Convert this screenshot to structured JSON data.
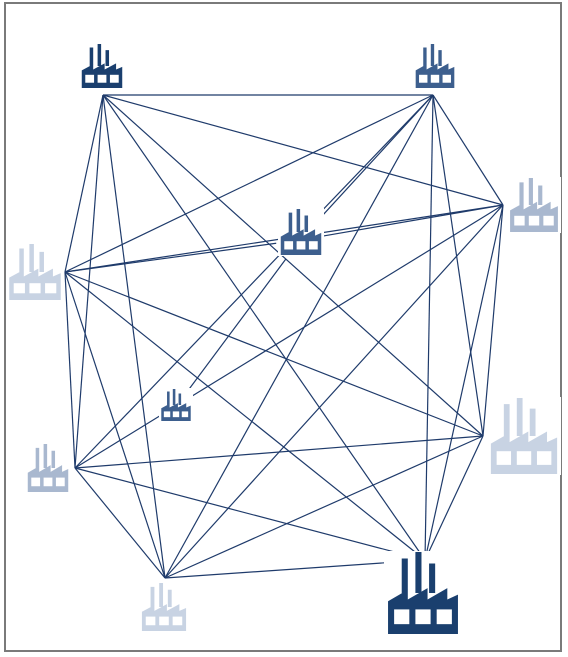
{
  "diagram": {
    "colors": {
      "line": "#1f3b6b",
      "frame": "#7a7a7a",
      "factory_dark": "#1a3f6e",
      "factory_mid": "#3d5f8e",
      "factory_light": "#a9b8cf",
      "factory_pale": "#c8d3e3"
    },
    "nodes": [
      {
        "id": "factory-top-left",
        "icon": "factory-icon",
        "shade": "dark"
      },
      {
        "id": "factory-top-right",
        "icon": "factory-icon",
        "shade": "mid"
      },
      {
        "id": "factory-right-upper",
        "icon": "factory-icon",
        "shade": "light"
      },
      {
        "id": "factory-center",
        "icon": "factory-icon",
        "shade": "mid"
      },
      {
        "id": "factory-left-upper",
        "icon": "factory-icon",
        "shade": "pale"
      },
      {
        "id": "factory-inner-small",
        "icon": "factory-icon",
        "shade": "mid"
      },
      {
        "id": "factory-left-lower",
        "icon": "factory-icon",
        "shade": "light"
      },
      {
        "id": "factory-right-lower",
        "icon": "factory-icon",
        "shade": "pale"
      },
      {
        "id": "factory-bottom-left",
        "icon": "factory-icon",
        "shade": "pale"
      },
      {
        "id": "factory-bottom-right",
        "icon": "factory-icon",
        "shade": "dark"
      }
    ],
    "edges": [
      [
        "factory-top-left",
        "factory-top-right"
      ],
      [
        "factory-top-left",
        "factory-right-upper"
      ],
      [
        "factory-top-left",
        "factory-left-upper"
      ],
      [
        "factory-top-left",
        "factory-left-lower"
      ],
      [
        "factory-top-left",
        "factory-right-lower"
      ],
      [
        "factory-top-left",
        "factory-bottom-left"
      ],
      [
        "factory-top-left",
        "factory-bottom-right"
      ],
      [
        "factory-top-right",
        "factory-right-upper"
      ],
      [
        "factory-top-right",
        "factory-left-upper"
      ],
      [
        "factory-top-right",
        "factory-left-lower"
      ],
      [
        "factory-top-right",
        "factory-right-lower"
      ],
      [
        "factory-top-right",
        "factory-bottom-left"
      ],
      [
        "factory-top-right",
        "factory-bottom-right"
      ],
      [
        "factory-top-right",
        "factory-center"
      ],
      [
        "factory-right-upper",
        "factory-left-upper"
      ],
      [
        "factory-right-upper",
        "factory-left-lower"
      ],
      [
        "factory-right-upper",
        "factory-right-lower"
      ],
      [
        "factory-right-upper",
        "factory-bottom-left"
      ],
      [
        "factory-right-upper",
        "factory-bottom-right"
      ],
      [
        "factory-right-upper",
        "factory-center"
      ],
      [
        "factory-left-upper",
        "factory-left-lower"
      ],
      [
        "factory-left-upper",
        "factory-right-lower"
      ],
      [
        "factory-left-upper",
        "factory-bottom-left"
      ],
      [
        "factory-left-upper",
        "factory-bottom-right"
      ],
      [
        "factory-left-upper",
        "factory-center"
      ],
      [
        "factory-left-lower",
        "factory-right-lower"
      ],
      [
        "factory-left-lower",
        "factory-bottom-left"
      ],
      [
        "factory-left-lower",
        "factory-bottom-right"
      ],
      [
        "factory-right-lower",
        "factory-bottom-left"
      ],
      [
        "factory-right-lower",
        "factory-bottom-right"
      ],
      [
        "factory-bottom-left",
        "factory-bottom-right"
      ],
      [
        "factory-center",
        "factory-inner-small"
      ]
    ]
  }
}
